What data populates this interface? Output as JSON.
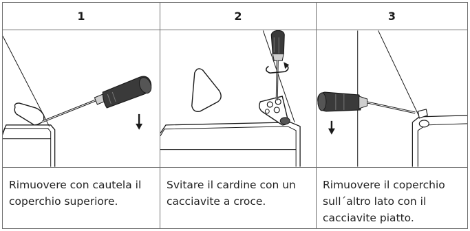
{
  "steps": [
    {
      "number": "1",
      "text": "Rimuovere con cautela il coperchio superiore."
    },
    {
      "number": "2",
      "text": "Svitare il cardine con un cacciavite a croce."
    },
    {
      "number": "3",
      "text": "Rimuovere il coperchio sull´altro lato con il cacciavite piatto."
    }
  ],
  "colors": {
    "border": "#6f6f6f",
    "handle": "#3a3a3a",
    "line": "#1a1a1a"
  },
  "icons": [
    "screwdriver-icon",
    "arrow-down-icon",
    "rotate-icon",
    "hinge-icon",
    "cover-cap-icon"
  ]
}
